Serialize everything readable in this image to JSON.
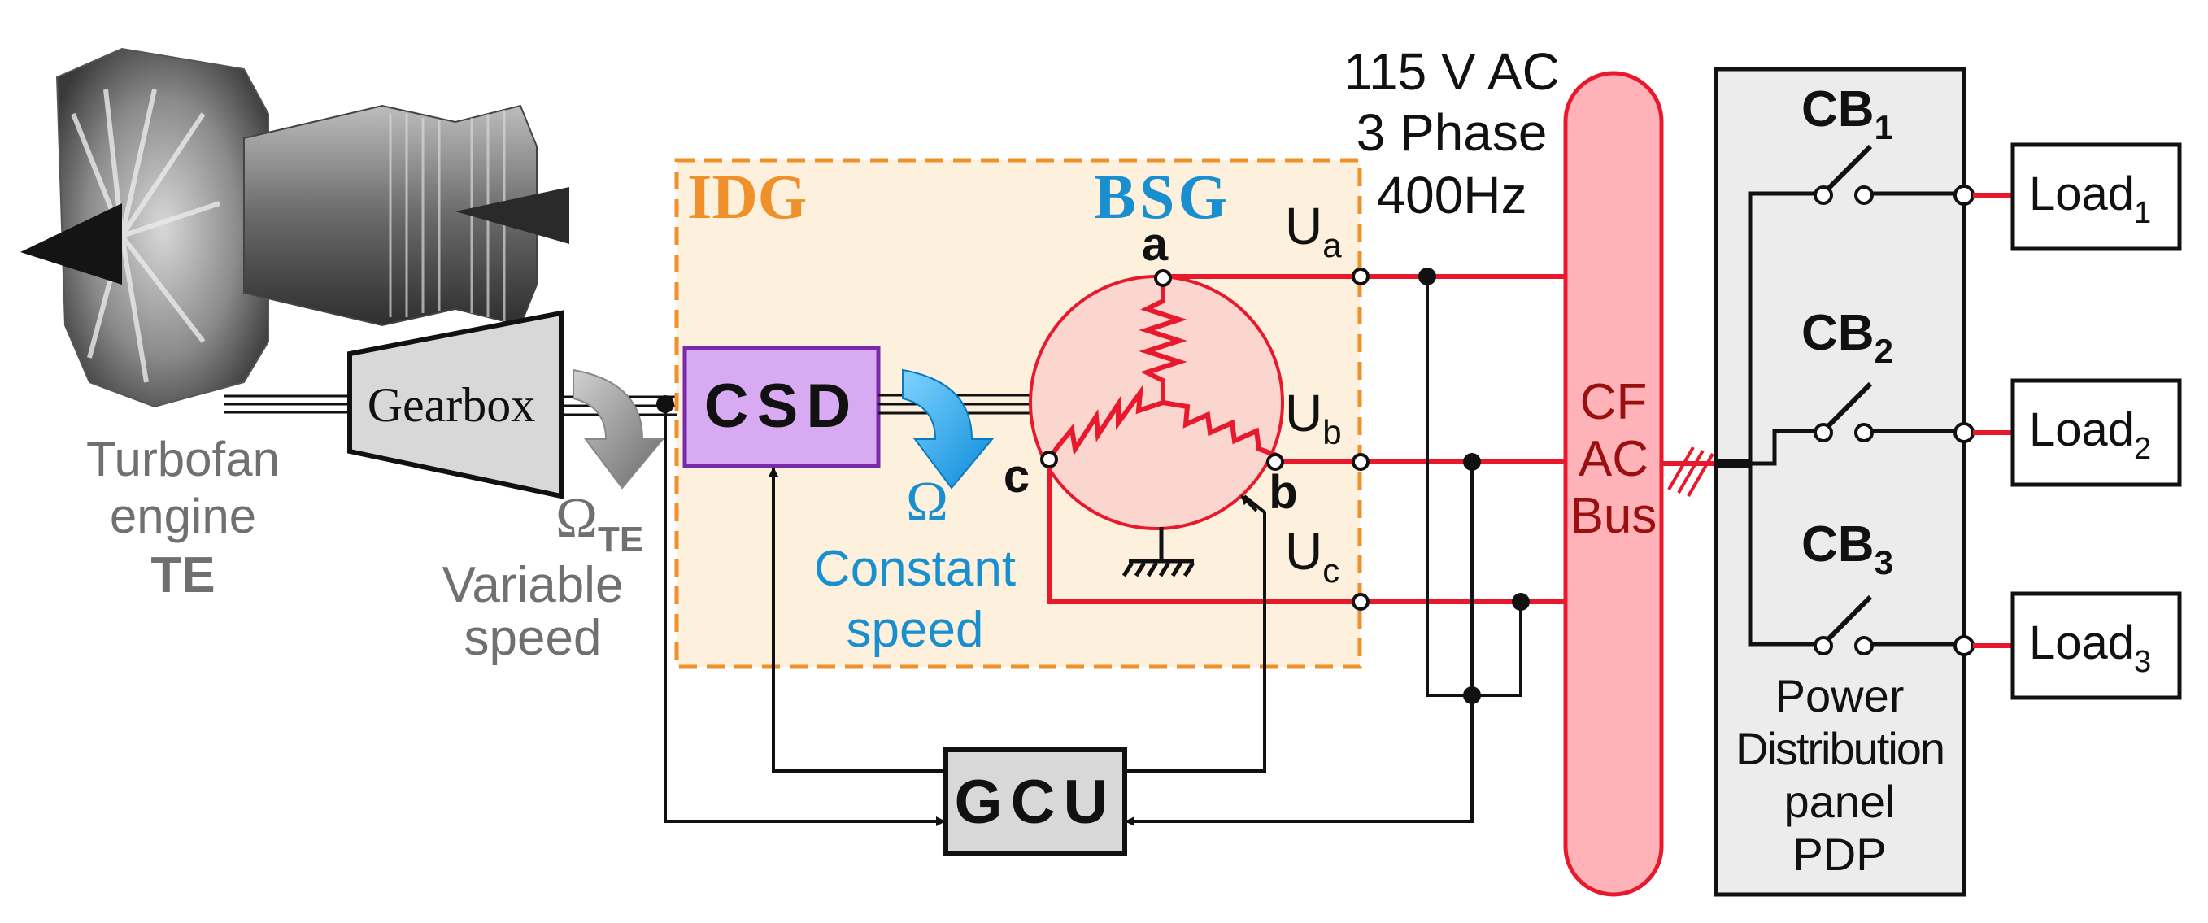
{
  "engine": {
    "line1": "Turbofan",
    "line2": "engine",
    "line3": "TE"
  },
  "gearbox": {
    "label": "Gearbox"
  },
  "input_speed": {
    "symbol": "Ω",
    "subscript": "TE",
    "line1": "Variable",
    "line2": "speed"
  },
  "idg": {
    "label": "IDG"
  },
  "csd": {
    "label": "CSD"
  },
  "output_speed": {
    "symbol": "Ω",
    "line1": "Constant",
    "line2": "speed"
  },
  "bsg": {
    "label": "BSG",
    "phase_a": "a",
    "phase_b": "b",
    "phase_c": "c"
  },
  "outputs": {
    "ua": {
      "base": "U",
      "sub": "a"
    },
    "ub": {
      "base": "U",
      "sub": "b"
    },
    "uc": {
      "base": "U",
      "sub": "c"
    }
  },
  "supply": {
    "line1": "115 V AC",
    "line2": "3 Phase",
    "line3": "400Hz"
  },
  "bus": {
    "line1": "CF",
    "line2": "AC",
    "line3": "Bus"
  },
  "gcu": {
    "label": "GCU"
  },
  "breakers": [
    {
      "base": "CB",
      "sub": "1"
    },
    {
      "base": "CB",
      "sub": "2"
    },
    {
      "base": "CB",
      "sub": "3"
    }
  ],
  "loads": [
    {
      "base": "Load",
      "sub": "1"
    },
    {
      "base": "Load",
      "sub": "2"
    },
    {
      "base": "Load",
      "sub": "3"
    }
  ],
  "pdp": {
    "line1": "Power",
    "line2": "Distribution",
    "line3": "panel",
    "line4": "PDP"
  },
  "colors": {
    "power_line": "#e8192c",
    "bus_fill": "#ffb3b8",
    "idg_fill": "#fdf0dc",
    "idg_border": "#f0902a",
    "csd_fill": "#d8aaf2",
    "blue_text": "#1a8fd0",
    "gray_text": "#707070"
  }
}
